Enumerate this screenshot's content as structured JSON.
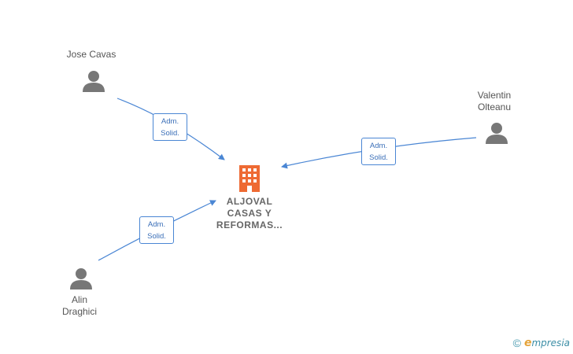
{
  "company": {
    "name_lines": [
      "ALJOVAL",
      "CASAS Y",
      "REFORMAS..."
    ],
    "color": "#ee6a33"
  },
  "people": [
    {
      "id": "jose",
      "name": "Jose Cavas",
      "role_lines": [
        "Adm.",
        "Solid."
      ]
    },
    {
      "id": "valentin",
      "name": "Valentin\nOlteanu",
      "role_lines": [
        "Adm.",
        "Solid."
      ]
    },
    {
      "id": "alin",
      "name": "Alin\nDraghici",
      "role_lines": [
        "Adm.",
        "Solid."
      ]
    }
  ],
  "colors": {
    "person_icon": "#777777",
    "edge": "#4a86d4",
    "role_text": "#3b6fb8"
  },
  "footer": {
    "copyright_symbol": "©",
    "brand_initial": "e",
    "brand_rest": "mpresia"
  }
}
